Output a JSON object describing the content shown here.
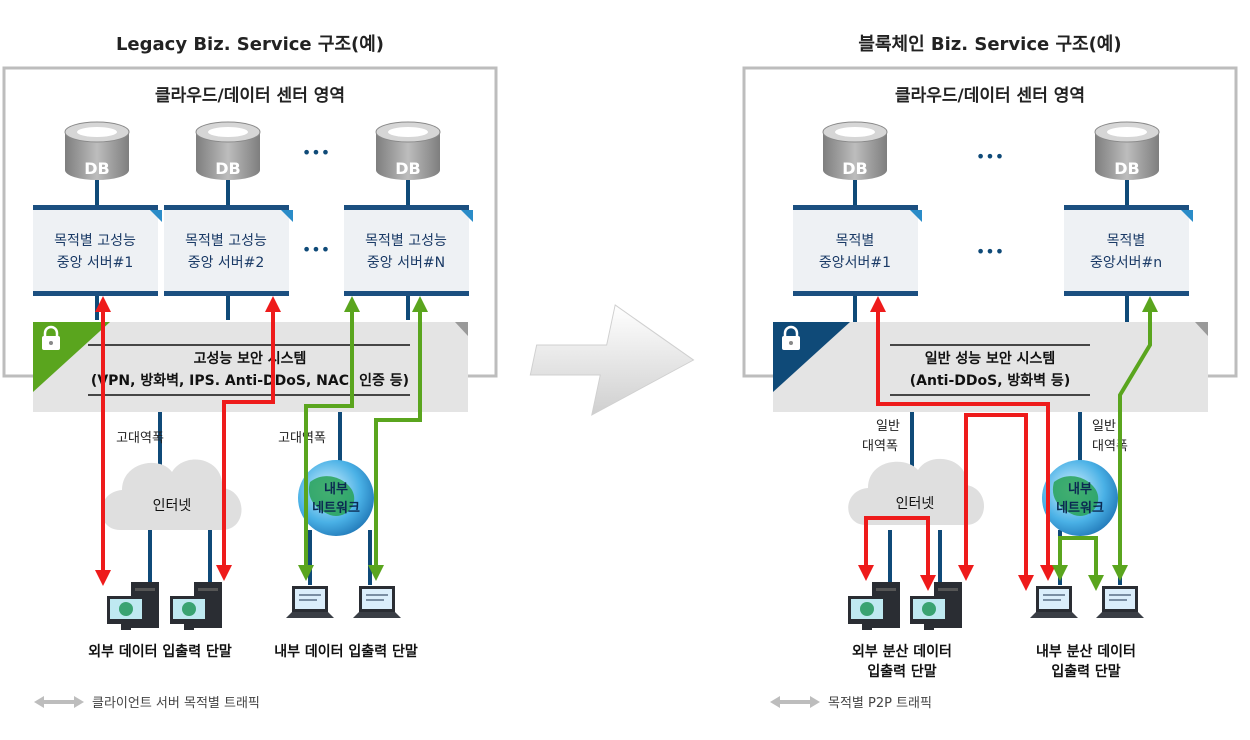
{
  "left": {
    "title": "Legacy Biz. Service 구조(예)",
    "zone_label": "클라우드/데이터 센터 영역",
    "db_label": "DB",
    "servers": [
      {
        "line1": "목적별 고성능",
        "line2": "중앙 서버#1"
      },
      {
        "line1": "목적별 고성능",
        "line2": "중앙 서버#2"
      },
      {
        "line1": "목적별 고성능",
        "line2": "중앙 서버#N"
      }
    ],
    "ellipsis": "•••",
    "security_line1": "고성능 보안 시스템",
    "security_line2": "(VPN, 방화벽, IPS. Anti-DDoS, NAC, 인증 등)",
    "bandwidth_left": "고대역폭",
    "bandwidth_right": "고대역폭",
    "internet_label": "인터넷",
    "internal_line1": "내부",
    "internal_line2": "네트워크",
    "terminal_external": "외부 데이터 입출력 단말",
    "terminal_internal": "내부 데이터 입출력 단말",
    "legend": "클라이언트 서버 목적별 트래픽"
  },
  "right": {
    "title": "블록체인 Biz. Service 구조(예)",
    "zone_label": "클라우드/데이터 센터 영역",
    "db_label": "DB",
    "servers": [
      {
        "line1": "목적별",
        "line2": "중앙서버#1"
      },
      {
        "line1": "목적별",
        "line2": "중앙서버#n"
      }
    ],
    "ellipsis": "•••",
    "security_line1": "일반 성능 보안 시스템",
    "security_line2": "(Anti-DDoS, 방화벽 등)",
    "bandwidth_left_1": "일반",
    "bandwidth_left_2": "대역폭",
    "bandwidth_right_1": "일반",
    "bandwidth_right_2": "대역폭",
    "internet_label": "인터넷",
    "internal_line1": "내부",
    "internal_line2": "네트워크",
    "terminal_external_1": "외부 분산 데이터",
    "terminal_external_2": "입출력 단말",
    "terminal_internal_1": "내부 분산 데이터",
    "terminal_internal_2": "입출력 단말",
    "legend": "목적별 P2P 트래픽"
  },
  "colors": {
    "red": "#ee1b1b",
    "green": "#5aa51e",
    "navy": "#0f4a78",
    "lock_green": "#5aa51e",
    "lock_navy": "#0f4a78"
  }
}
